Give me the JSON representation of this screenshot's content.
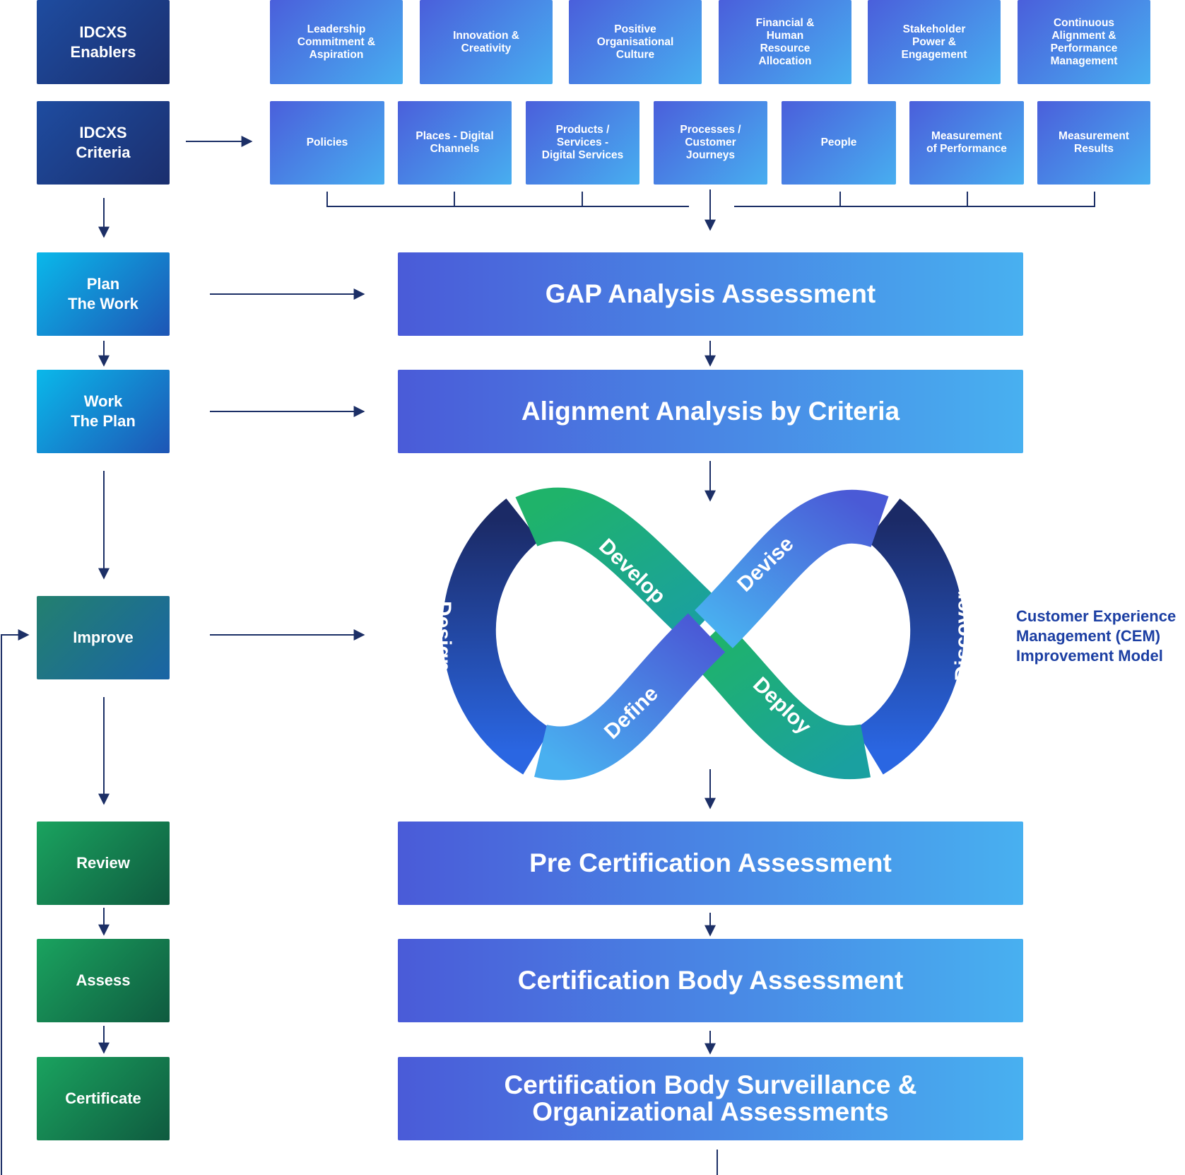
{
  "left_column": {
    "enablers": "IDCXS\nEnablers",
    "criteria": "IDCXS\nCriteria",
    "plan_the_work": "Plan\nThe Work",
    "work_the_plan": "Work\nThe Plan",
    "improve": "Improve",
    "review": "Review",
    "assess": "Assess",
    "certificate": "Certificate"
  },
  "enablers": [
    "Leadership\nCommitment &\nAspiration",
    "Innovation &\nCreativity",
    "Positive\nOrganisational\nCulture",
    "Financial &\nHuman\nResource\nAllocation",
    "Stakeholder\nPower &\nEngagement",
    "Continuous\nAlignment &\nPerformance\nManagement"
  ],
  "criteria": [
    "Policies",
    "Places - Digital\nChannels",
    "Products /\nServices -\nDigital Services",
    "Processes /\nCustomer\nJourneys",
    "People",
    "Measurement\nof Performance",
    "Measurement\nResults"
  ],
  "stages": {
    "gap": "GAP Analysis Assessment",
    "alignment": "Alignment Analysis by Criteria",
    "pre_cert": "Pre Certification Assessment",
    "cert_body": "Certification Body Assessment",
    "surveillance": "Certification Body Surveillance &\nOrganizational Assessments"
  },
  "loop_labels": {
    "design": "Design",
    "develop": "Develop",
    "devise": "Devise",
    "discover": "Discover",
    "define": "Define",
    "deploy": "Deploy"
  },
  "cem_label": "Customer Experience\nManagement (CEM)\nImprovement Model",
  "colors": {
    "navy": "#1b2f6e",
    "arrow": "#1c2f66",
    "green_segment": "#1fb26c",
    "blue_segment": "#4a90e8",
    "cem_text": "#1c3fa3"
  }
}
